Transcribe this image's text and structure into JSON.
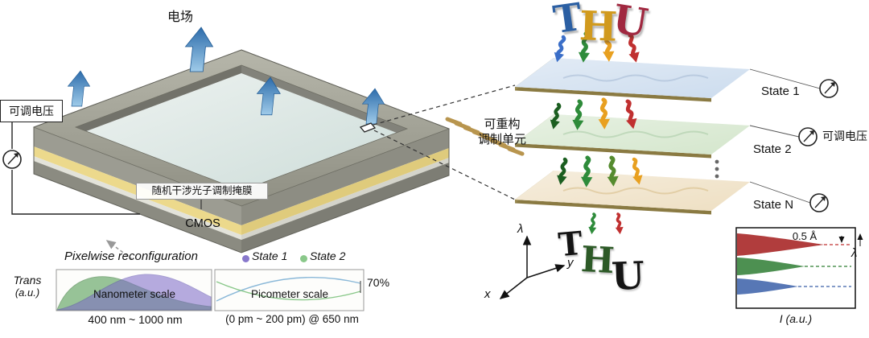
{
  "left_chip": {
    "efield_label": "电场",
    "voltage_label": "可调电压",
    "mask_label": "随机干涉光子调制掩膜",
    "cmos_label": "CMOS"
  },
  "connector": {
    "unit_label_line1": "可重构",
    "unit_label_line2": "调制单元"
  },
  "stack": {
    "title_letters": [
      {
        "ch": "T",
        "color": "#2b5fa3"
      },
      {
        "ch": "H",
        "color": "#d19a1e"
      },
      {
        "ch": "U",
        "color": "#a02840"
      }
    ],
    "states": [
      {
        "label": "State 1",
        "tint": "#ccdcee"
      },
      {
        "label": "State 2",
        "tint": "#d4e6cc",
        "voltage_label": "可调电压"
      },
      {
        "label": "State N",
        "tint": "#eedfc2"
      }
    ]
  },
  "output": {
    "letters": [
      {
        "ch": "T",
        "color": "#141414"
      },
      {
        "ch": "H",
        "color": "#2d5a27"
      },
      {
        "ch": "U",
        "color": "#141414"
      }
    ],
    "axes": {
      "x": "x",
      "y": "y",
      "lambda": "λ"
    },
    "spectrum": {
      "shift_label": "0.5 Å",
      "lambda_label": "λ",
      "xlabel": "I (a.u.)",
      "peak_colors": [
        "#a82828",
        "#2e7d32",
        "#3a5fa8"
      ]
    }
  },
  "bottom_panel": {
    "title": "Pixelwise reconfiguration",
    "legend": [
      {
        "label": "State 1",
        "color": "#8878cc"
      },
      {
        "label": "State 2",
        "color": "#8ac88a"
      }
    ],
    "ylabel_line1": "Trans",
    "ylabel_line2": "(a.u.)",
    "plots": [
      {
        "label": "Nanometer scale",
        "range": "400 nm ~ 1000 nm"
      },
      {
        "label": "Picometer scale",
        "range": "(0 pm ~ 200 pm) @ 650 nm",
        "modulation": "70%"
      }
    ]
  }
}
